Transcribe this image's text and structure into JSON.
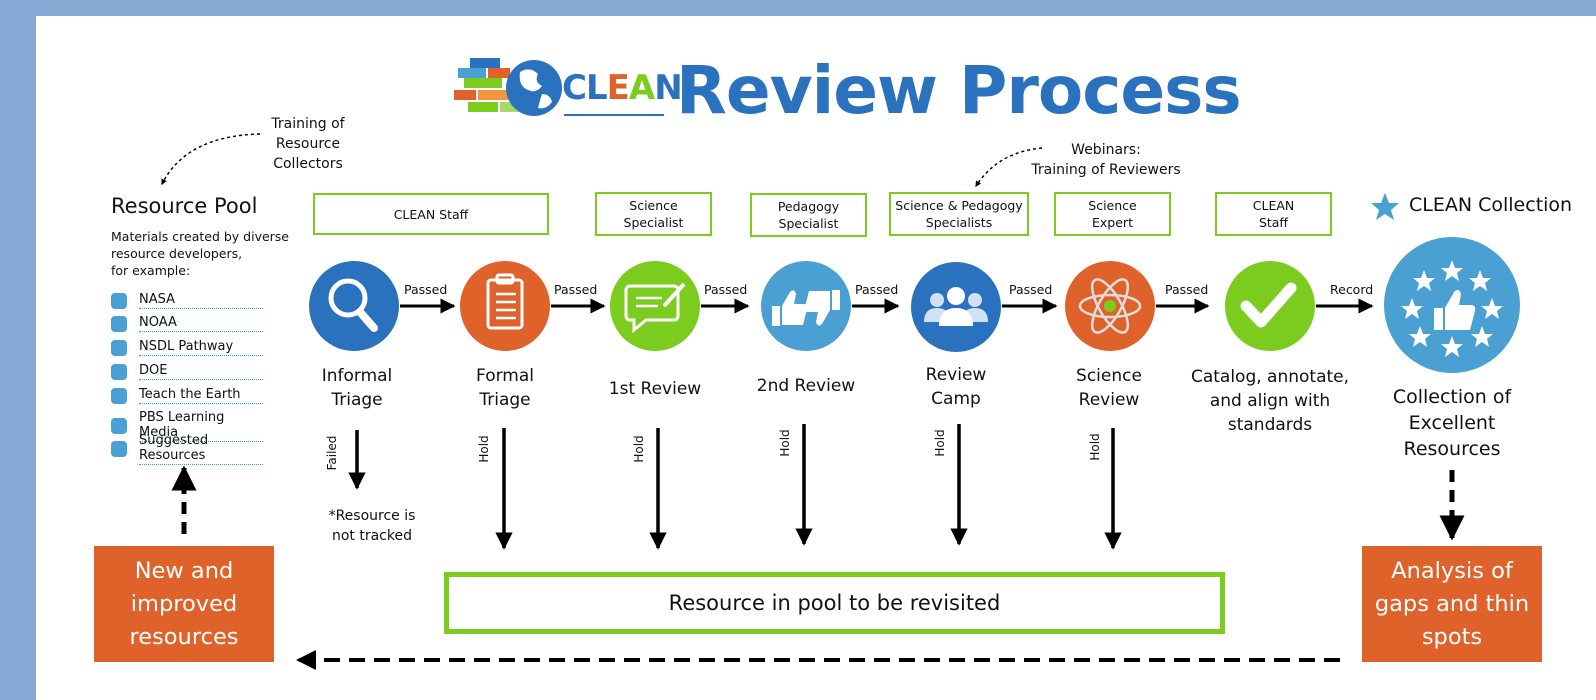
{
  "title": {
    "logo_text": "CLEAN",
    "heading": "Review Process"
  },
  "annotations": {
    "training_collectors": "Training of\nResource\nCollectors",
    "webinars": "Webinars:\nTraining of Reviewers"
  },
  "resource_pool": {
    "heading": "Resource Pool",
    "description": "Materials created by diverse\nresource developers,\nfor example:",
    "items": [
      "NASA",
      "NOAA",
      "NSDL Pathway",
      "DOE",
      "Teach the Earth",
      "PBS Learning Media",
      "Suggested Resources"
    ]
  },
  "roles": [
    "CLEAN Staff",
    "Science\nSpecialist",
    "Pedagogy\nSpecialist",
    "Science & Pedagogy\nSpecialists",
    "Science\nExpert",
    "CLEAN\nStaff"
  ],
  "collection_header": "CLEAN Collection",
  "stages": [
    {
      "label": "Informal\nTriage",
      "color": "#2a72bd",
      "icon": "magnifier-icon"
    },
    {
      "label": "Formal\nTriage",
      "color": "#e0622b",
      "icon": "clipboard-icon"
    },
    {
      "label": "1st Review",
      "color": "#7ccc1f",
      "icon": "speech-bubble-icon"
    },
    {
      "label": "2nd Review",
      "color": "#4a9fd3",
      "icon": "thumbs-up-down-icon"
    },
    {
      "label": "Review\nCamp",
      "color": "#2a72bd",
      "icon": "people-icon"
    },
    {
      "label": "Science\nReview",
      "color": "#e0622b",
      "icon": "atom-icon"
    },
    {
      "label": "Catalog, annotate,\nand align with\nstandards",
      "color": "#7ccc1f",
      "icon": "checkmark-icon"
    },
    {
      "label": "Collection of\nExcellent\nResources",
      "color": "#4a9fd3",
      "icon": "thumbs-up-stars-icon"
    }
  ],
  "arrow_labels": [
    "Passed",
    "Passed",
    "Passed",
    "Passed",
    "Passed",
    "Passed",
    "Record"
  ],
  "down_labels": [
    "Failed",
    "Hold",
    "Hold",
    "Hold",
    "Hold",
    "Hold"
  ],
  "not_tracked": "*Resource is\nnot tracked",
  "revisit_box": "Resource in pool to be revisited",
  "new_improved": "New and\nimproved\nresources",
  "analysis": "Analysis of\ngaps and thin\nspots",
  "colors": {
    "blue": "#2a72bd",
    "light_blue": "#4a9fd3",
    "orange": "#e0622b",
    "green": "#7ccc1f",
    "background": "#86a9d6"
  }
}
